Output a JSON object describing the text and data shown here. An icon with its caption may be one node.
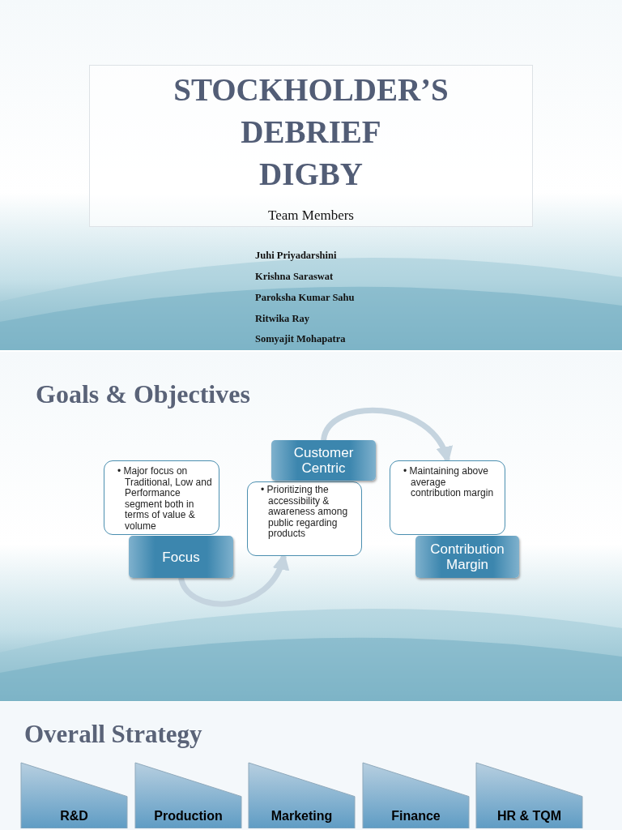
{
  "diagram": {
    "nodes": [
      {
        "text": [
          "STOCKHOLDER’S DEBRIEF DIGBY",
          "Team Members"
        ]
      },
      {
        "text": [
          "• Major focus on Traditional, Low and Performance segment both in terms of value & volume"
        ]
      },
      {
        "text": [
          "Focus"
        ]
      },
      {
        "text": [
          "• Prioritizing the accessibility & awareness among public regarding products"
        ]
      },
      {
        "text": [
          "Customer Centric"
        ]
      },
      {
        "text": [
          "• Maintaining above average contribution margin"
        ]
      },
      {
        "text": [
          "Contribution Margin"
        ]
      },
      {
        "text": [
          "R&D"
        ]
      },
      {
        "text": [
          "Production"
        ]
      },
      {
        "text": [
          "Marketing"
        ]
      },
      {
        "text": [
          "Finance"
        ]
      },
      {
        "text": [
          "HR & TQM"
        ]
      }
    ],
    "edges": [
      {
        "from": 2,
        "to": 3,
        "arrow": "to"
      },
      {
        "from": 4,
        "to": 5,
        "arrow": "to"
      }
    ],
    "labels": [
      "Juhi Priyadarshini",
      "Krishna Saraswat",
      "Paroksha Kumar Sahu",
      "Ritwika Ray",
      "Somyajit Mohapatra",
      "Goals & Objectives",
      "Overall Strategy"
    ]
  }
}
